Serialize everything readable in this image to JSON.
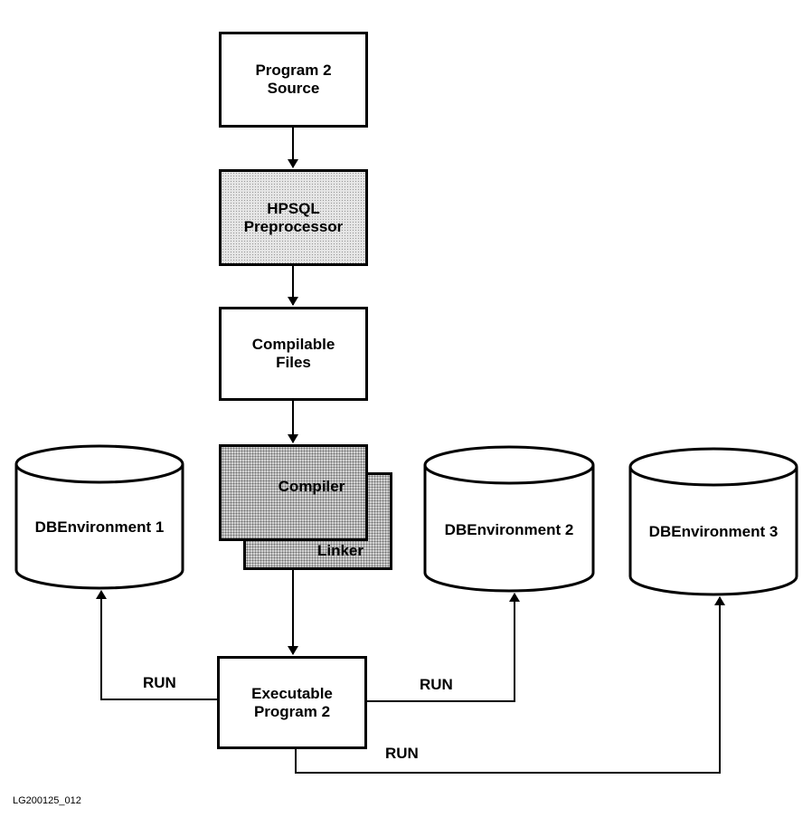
{
  "boxes": {
    "program_source": "Program 2\nSource",
    "preprocessor": "HPSQL\nPreprocessor",
    "compilable_files": "Compilable\nFiles",
    "compiler": "Compiler",
    "linker": "Linker",
    "executable": "Executable\nProgram 2"
  },
  "databases": {
    "db1": "DBEnvironment 1",
    "db2": "DBEnvironment 2",
    "db3": "DBEnvironment 3"
  },
  "run_labels": {
    "to_db1": "RUN",
    "to_db2": "RUN",
    "to_db3": "RUN"
  },
  "figure_id": "LG200125_012"
}
